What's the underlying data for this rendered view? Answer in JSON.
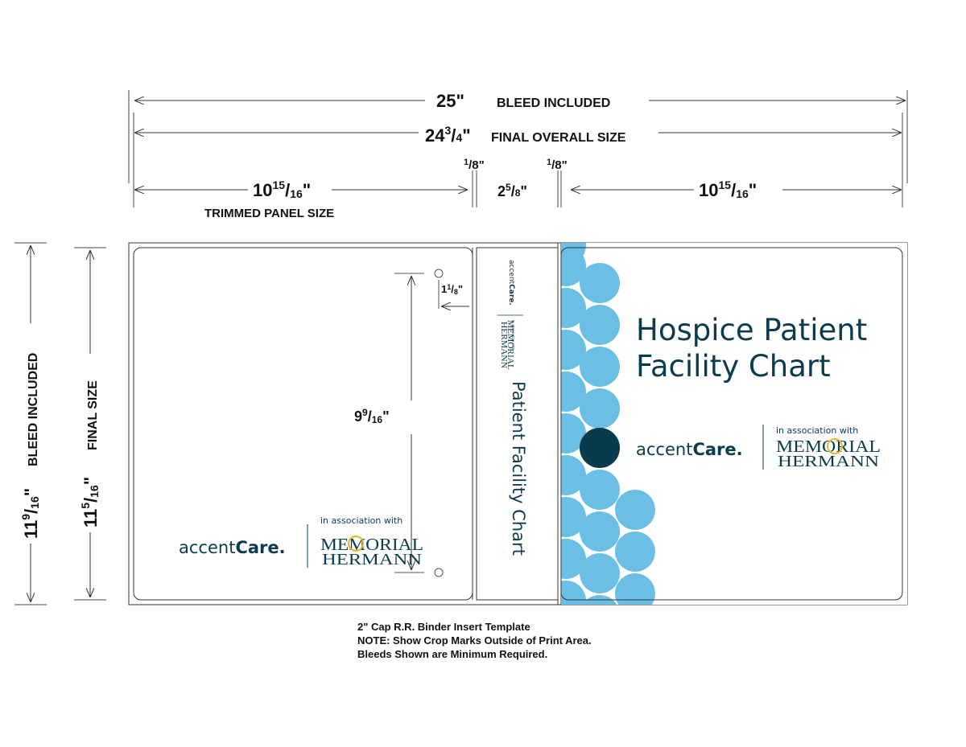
{
  "dimensions": {
    "bleed_width": {
      "whole": "25\"",
      "label": "BLEED INCLUDED"
    },
    "final_width": {
      "whole": "24",
      "num": "3",
      "den": "4",
      "label": "FINAL OVERALL SIZE"
    },
    "left_panel": {
      "whole": "10",
      "num": "15",
      "den": "16",
      "label": "TRIMMED PANEL SIZE"
    },
    "hinge_left": {
      "num": "1",
      "den": "8"
    },
    "spine": {
      "whole": "2",
      "num": "5",
      "den": "8"
    },
    "hinge_right": {
      "num": "1",
      "den": "8"
    },
    "right_panel": {
      "whole": "10",
      "num": "15",
      "den": "16"
    },
    "bleed_height": {
      "whole": "11",
      "num": "9",
      "den": "16",
      "label": "BLEED INCLUDED"
    },
    "final_height": {
      "whole": "11",
      "num": "5",
      "den": "16",
      "label": "FINAL SIZE"
    },
    "ring_span": {
      "whole": "9",
      "num": "9",
      "den": "16"
    },
    "ring_offset": {
      "whole": "1",
      "num": "1",
      "den": "8"
    }
  },
  "cover": {
    "title_line1": "Hospice Patient",
    "title_line2": "Facility Chart",
    "spine_title": "Patient Facility Chart"
  },
  "branding": {
    "accent_prefix": "accent",
    "accent_bold": "Care",
    "association": "in association with",
    "mh_line1": "MEMORIAL",
    "mh_line2": "HERMANN"
  },
  "notes": [
    "2\" Cap R.R. Binder Insert Template",
    "NOTE: Show Crop Marks Outside of Print Area.",
    "Bleeds Shown are Minimum Required."
  ],
  "colors": {
    "circle_light": "#6bbfe4",
    "circle_dark": "#083b4c",
    "navy": "#0b3b4f",
    "gold": "#e9b530"
  }
}
